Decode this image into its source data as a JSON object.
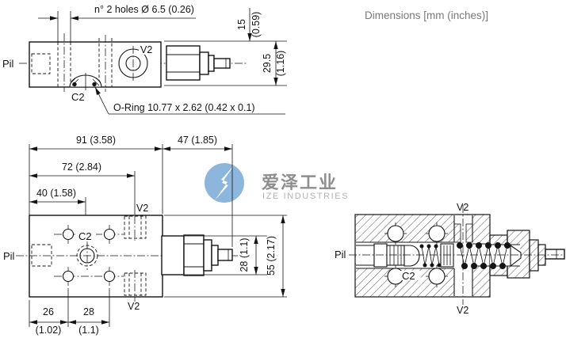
{
  "header": {
    "note": "Dimensions [mm (inches)]"
  },
  "watermark": {
    "brand_cn": "爱泽工业",
    "brand_en": "IZE INDUSTRIES"
  },
  "colors": {
    "logo_blue": "#8cb6db",
    "watermark_gray": "#8e8e8e",
    "watermark_light_gray": "#b4b4b4",
    "note_gray": "#7a7a7a",
    "line_black": "#141414"
  },
  "side_view": {
    "holes_note": "n° 2 holes Ø 6.5 (0.26)",
    "oring_note": "O-Ring 10.77 x 2.62 (0.42 x 0.1)",
    "label_pil": "Pil",
    "label_v2": "V2",
    "label_c2": "C2",
    "dim_15_mm": "15",
    "dim_15_in": "(0.59)",
    "dim_29_5_mm": "29.5",
    "dim_29_5_in": "(1.16)"
  },
  "plan_view": {
    "label_pil": "Pil",
    "label_v2_top": "V2",
    "label_v2_bottom": "V2",
    "label_c2": "C2",
    "dim_91": "91 (3.58)",
    "dim_47": "47 (1.85)",
    "dim_72": "72 (2.84)",
    "dim_40": "40 (1.58)",
    "dim_26_mm": "26",
    "dim_26_in": "(1.02)",
    "dim_28_mm": "28",
    "dim_28_in": "(1.1)",
    "dim_hex_28": "28 (1.1)",
    "dim_55": "55 (2.17)"
  },
  "section_view": {
    "label_pil": "Pil",
    "label_v2_top": "V2",
    "label_v2_bottom": "V2",
    "label_c2": "C2"
  }
}
